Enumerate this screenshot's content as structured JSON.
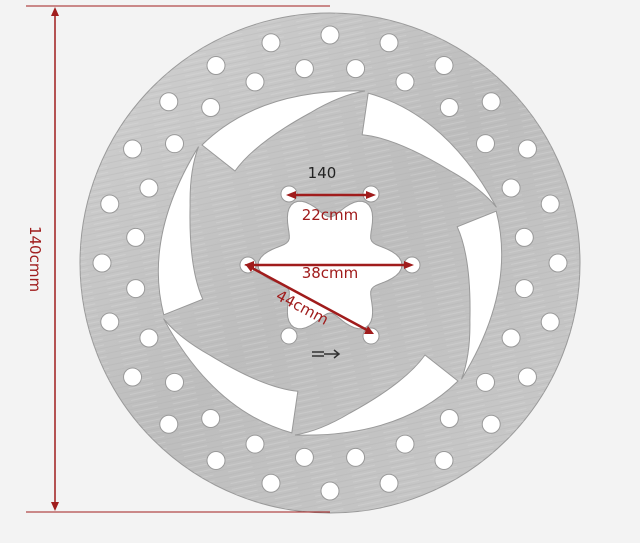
{
  "product": {
    "model_label": "140",
    "direction_icon": "arrow-right-icon"
  },
  "dimensions": {
    "overall_diameter": "140cmm",
    "bolt_spacing_adjacent": "22cmm",
    "bolt_spacing_opposite": "38cmm",
    "bolt_spacing_diagonal": "44cmm"
  },
  "colors": {
    "annotation": "#a01c1c",
    "disc": "#c4c4c4",
    "background": "#f3f3f3"
  }
}
